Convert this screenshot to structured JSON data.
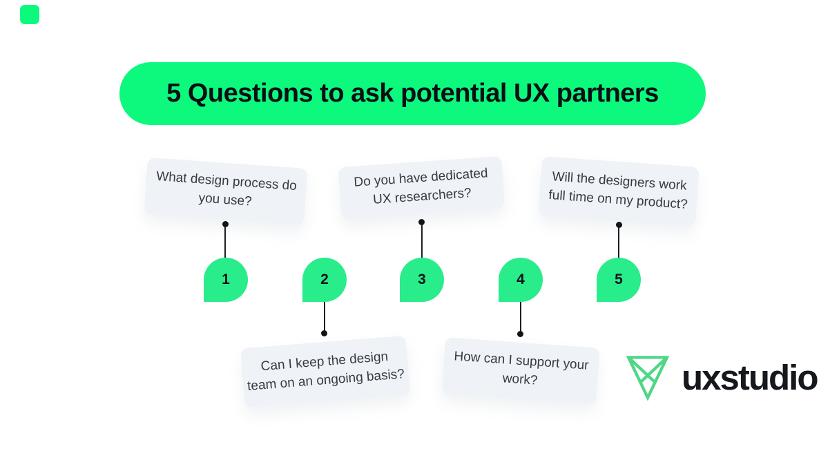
{
  "header": {
    "title": "5 Questions to ask potential UX partners"
  },
  "questions": [
    {
      "number": "1",
      "line1": "What design process do",
      "line2": "you use?"
    },
    {
      "number": "2",
      "line1": "Can I keep the design",
      "line2": "team on an ongoing basis?"
    },
    {
      "number": "3",
      "line1": "Do you have dedicated",
      "line2": "UX researchers?"
    },
    {
      "number": "4",
      "line1": "How can I support your",
      "line2": "work?"
    },
    {
      "number": "5",
      "line1": "Will the designers work",
      "line2": "full time on my product?"
    }
  ],
  "logo": {
    "wordmark": "uxstudio",
    "icon": "uxstudio-mark"
  },
  "colors": {
    "header_green": "#0df97e",
    "bubble_green": "#29ec8b",
    "logo_green": "#4ed787",
    "card_background": "#eff2f7",
    "card_text": "#353b42",
    "dark_text": "#0a0f14"
  }
}
